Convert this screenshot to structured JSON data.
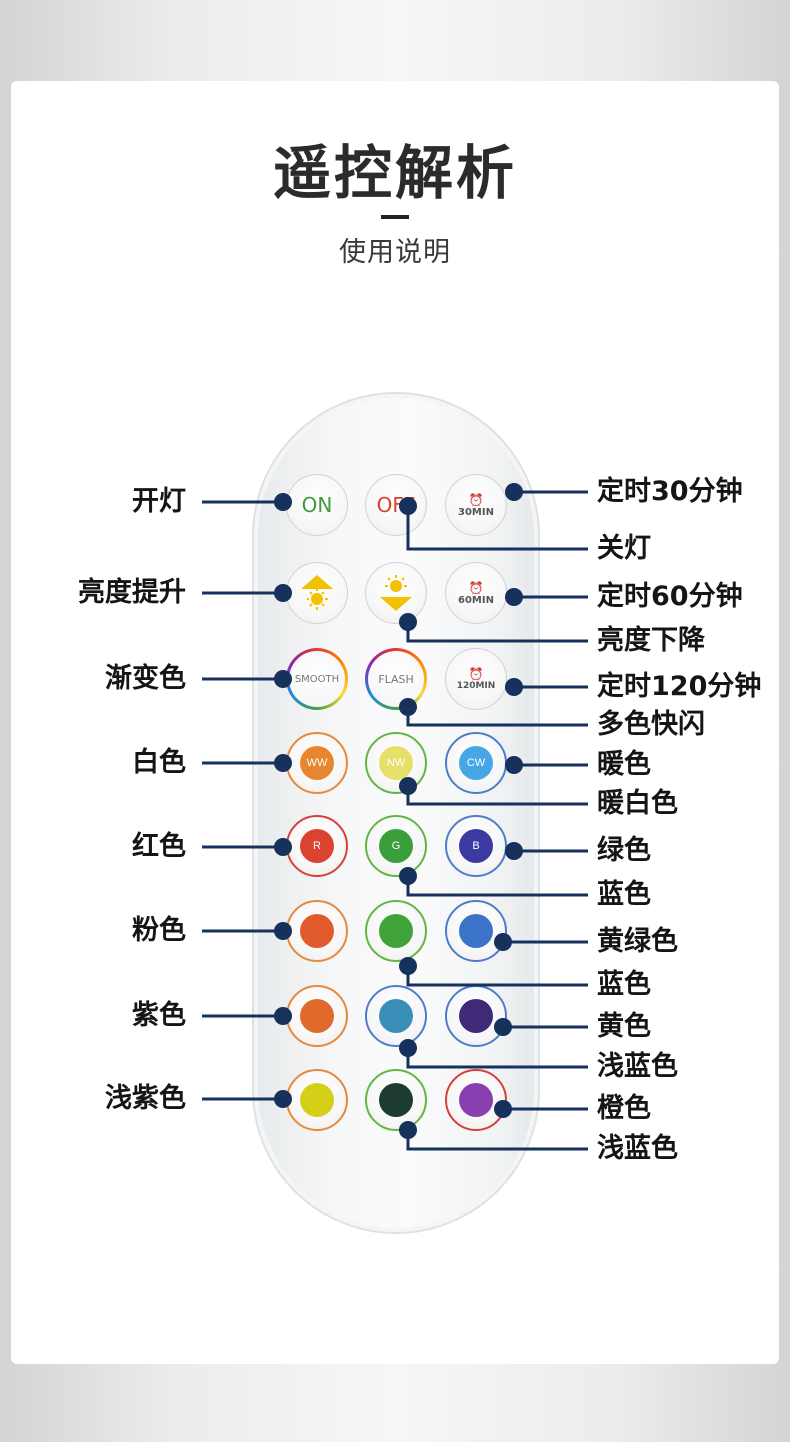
{
  "header": {
    "title": "遥控解析",
    "subtitle": "使用说明"
  },
  "remote": {
    "buttons": {
      "on": "ON",
      "off": "OFF",
      "timer30": "30MIN",
      "timer60": "60MIN",
      "timer120": "120MIN",
      "smooth": "SMOOTH",
      "flash": "FLASH",
      "ww": "WW",
      "nw": "NW",
      "cw": "CW",
      "r": "R",
      "g": "G",
      "b": "B"
    }
  },
  "labels": {
    "left": [
      "开灯",
      "亮度提升",
      "渐变色",
      "白色",
      "红色",
      "粉色",
      "紫色",
      "浅紫色"
    ],
    "right": [
      "定时30分钟",
      "关灯",
      "定时60分钟",
      "亮度下降",
      "定时120分钟",
      "多色快闪",
      "暖色",
      "暖白色",
      "绿色",
      "蓝色",
      "黄绿色",
      "蓝色",
      "黄色",
      "浅蓝色",
      "橙色",
      "浅蓝色"
    ]
  },
  "colors": {
    "line": "#15315c",
    "button_fills": [
      "#e15a2b",
      "#3fa33a",
      "#3b73c8",
      "#df6a2c",
      "#3a8fb8",
      "#3e2a77",
      "#d6cf18",
      "#1d3b32",
      "#8a3fb0"
    ]
  }
}
